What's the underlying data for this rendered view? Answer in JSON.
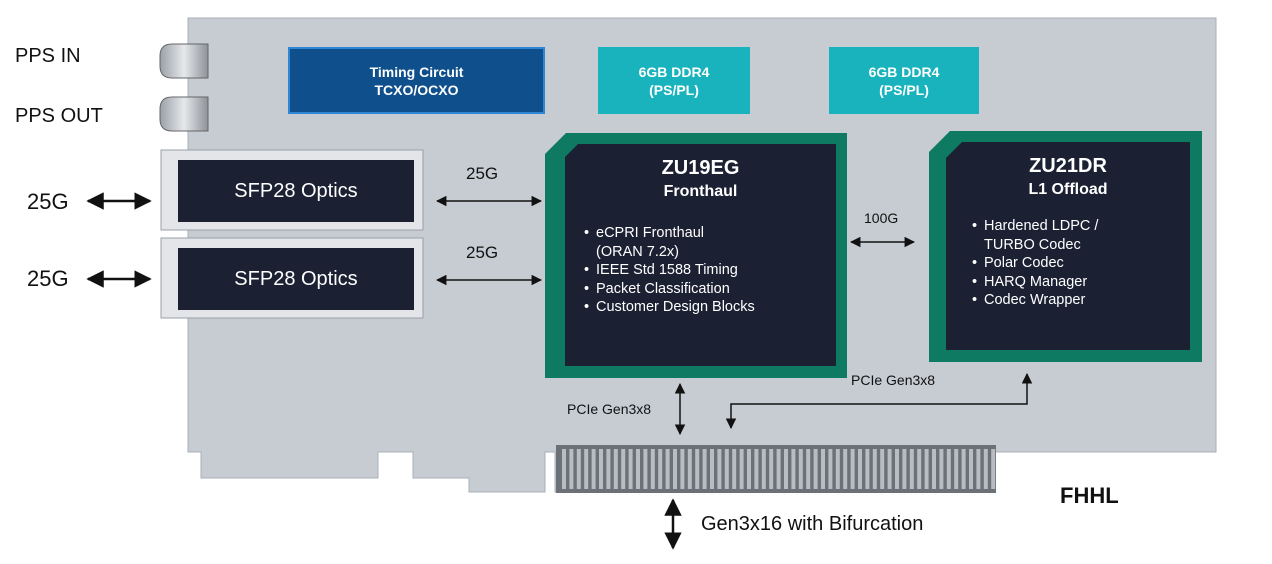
{
  "labels": {
    "pps_in": "PPS IN",
    "pps_out": "PPS OUT",
    "ext_25g_1": "25G",
    "ext_25g_2": "25G",
    "link_25g_1": "25G",
    "link_25g_2": "25G",
    "link_100g": "100G",
    "pcie_left": "PCIe Gen3x8",
    "pcie_right": "PCIe Gen3x8",
    "edge_connector": "Gen3x16 with Bifurcation",
    "form_factor": "FHHL"
  },
  "timing": {
    "line1": "Timing Circuit",
    "line2": "TCXO/OCXO"
  },
  "ddr": [
    {
      "line1": "6GB DDR4",
      "line2": "(PS/PL)"
    },
    {
      "line1": "6GB DDR4",
      "line2": "(PS/PL)"
    }
  ],
  "sfp": [
    {
      "label": "SFP28 Optics"
    },
    {
      "label": "SFP28 Optics"
    }
  ],
  "chips": [
    {
      "title": "ZU19EG",
      "subtitle": "Fronthaul",
      "items": [
        "eCPRI Fronthaul",
        "(ORAN 7.2x)",
        "IEEE Std 1588 Timing",
        "Packet Classification",
        "Customer Design Blocks"
      ]
    },
    {
      "title": "ZU21DR",
      "subtitle": "L1 Offload",
      "items": [
        "Hardened LDPC /",
        "TURBO Codec",
        "Polar Codec",
        "HARQ Manager",
        "Codec Wrapper"
      ]
    }
  ],
  "colors": {
    "board": "#c7ccd3",
    "chip_border": "#0f7a62",
    "chip_fill": "#1b2033",
    "timing": "#0f4f8c",
    "ddr": "#19b3bd",
    "sfp": "#1b2033"
  }
}
